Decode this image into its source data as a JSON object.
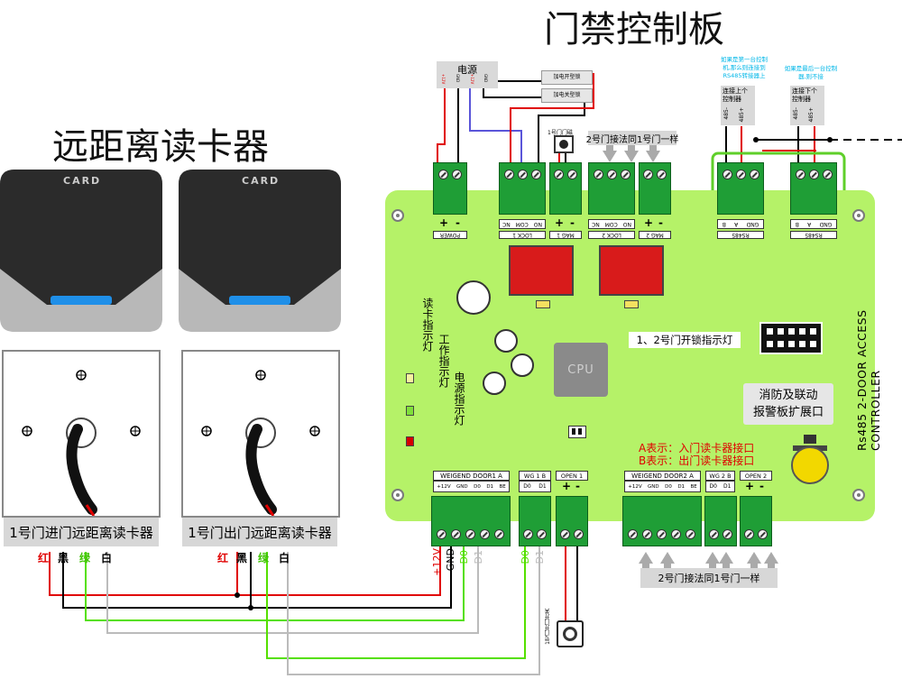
{
  "titles": {
    "main": "门禁控制板",
    "readers": "远距离读卡器"
  },
  "readers": {
    "card_text": "CARD",
    "reader1_caption": "1号门进门远距离读卡器",
    "reader2_caption": "1号门出门远距离读卡器",
    "wire_colors_1": [
      "红",
      "黑",
      "绿",
      "白"
    ],
    "wire_colors_2": [
      "红",
      "黑",
      "绿",
      "白"
    ]
  },
  "power": {
    "title": "电源",
    "pin1": "+12V",
    "pin2": "GND",
    "pin3": "+12V",
    "pin4": "GND"
  },
  "locks": {
    "open_lock": "加电开型锁",
    "close_lock": "加电关型锁",
    "door_sensor": "1号门门磁",
    "door2_note": "2号门接法同1号门一样"
  },
  "rs485_notes": {
    "first_note": "如果是第一台控制机,那么则连接到RS485转接器上",
    "last_note": "如果是最后一台控制器,则不接",
    "connect_prev": "连接上个控制器",
    "connect_next": "连接下个控制器",
    "pin_minus": "485-",
    "pin_plus": "485+"
  },
  "board": {
    "vertical_title": "Rs485 2-DOOR ACCESS CONTROLLER",
    "cpu": "CPU",
    "relay_indicator": "1、2号门开锁指示灯",
    "fire_alarm": [
      "消防及联动",
      "报警板扩展口"
    ],
    "legend_a": "A表示：入门读卡器接口",
    "legend_b": "B表示：出门读卡器接口",
    "led_read": "读卡指示灯",
    "led_work": "工作指示灯",
    "led_power": "电源指示灯",
    "bottom_note": "2号门接法同1号门一样"
  },
  "top_terminals": {
    "power": {
      "pins": [
        "+",
        "-"
      ],
      "name": "POWER"
    },
    "lock1": {
      "pins": [
        "NO",
        "COM",
        "NC"
      ],
      "name": "LOCK 1"
    },
    "mag1": {
      "pins": [
        "+",
        "-"
      ],
      "name": "MAG 1"
    },
    "lock2": {
      "pins": [
        "NO",
        "COM",
        "NC"
      ],
      "name": "LOCK 2"
    },
    "mag2": {
      "pins": [
        "+",
        "-"
      ],
      "name": "MAG 2"
    },
    "rs485a": {
      "pins": [
        "GND",
        "A",
        "B"
      ],
      "name": "RS485"
    },
    "rs485b": {
      "pins": [
        "GND",
        "A",
        "B"
      ],
      "name": "RS485"
    }
  },
  "bottom_terminals": {
    "wg1a": {
      "name": "WEIGEND DOOR1  A",
      "pins": [
        "+12V",
        "GND",
        "D0",
        "D1",
        "BE"
      ]
    },
    "wg1b": {
      "name": "WG 1 B",
      "pins": [
        "D0",
        "D1"
      ]
    },
    "open1": {
      "name": "OPEN 1",
      "pins": [
        "+",
        "-"
      ]
    },
    "wg2a": {
      "name": "WEIGEND DOOR2  A",
      "pins": [
        "+12V",
        "GND",
        "D0",
        "D1",
        "BE"
      ]
    },
    "wg2b": {
      "name": "WG 2 B",
      "pins": [
        "D0",
        "D1"
      ]
    },
    "open2": {
      "name": "OPEN 2",
      "pins": [
        "+",
        "-"
      ]
    }
  },
  "bottom_wires": {
    "plus12v": "+12V",
    "gnd": "GND",
    "d0": "D0",
    "d1": "D1",
    "d0b": "D0",
    "d1b": "D1",
    "exit_button": "1号门开门开关"
  },
  "colors": {
    "board": "#b5f268",
    "terminal": "#1f9e36",
    "red_wire": "#e00000",
    "green_wire": "#55e000",
    "grey_wire": "#bbbbbb",
    "blue_wire": "#5a55d9",
    "cyan_note": "#00b7e8",
    "legend_red": "#e00000"
  }
}
